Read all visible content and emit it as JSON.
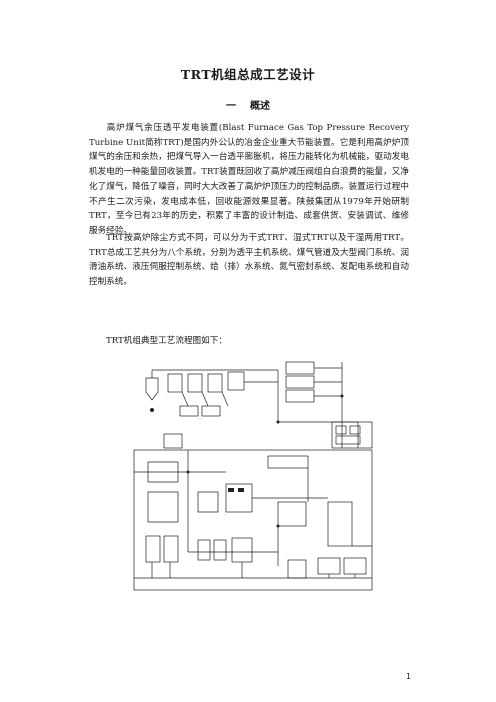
{
  "document": {
    "title": "TRT机组总成工艺设计",
    "section": {
      "number": "一",
      "title": "概述"
    },
    "paragraphs": [
      "高炉煤气余压透平发电装置(Blast Furnace Gas Top Pressure Recovery Turbine Unit简称TRT)是国内外公认的冶金企业重大节能装置。它是利用高炉炉顶煤气的余压和余热，把煤气导入一台透平膨胀机，将压力能转化为机械能，驱动发电机发电的一种能量回收装置。TRT装置既回收了高炉减压阀组白白浪费的能量，又净化了煤气，降低了噪音，同时大大改善了高炉炉顶压力的控制品质。装置运行过程中不产生二次污染，发电成本低，回收能源效果显著。陕鼓集团从1979年开始研制TRT，至今已有23年的历史，积累了丰富的设计制造、成套供货、安装调试、维修服务经验。",
      "TRT按高炉除尘方式不同，可以分为干式TRT、湿式TRT以及干湿两用TRT。TRT总成工艺共分为八个系统，分别为透平主机系统、煤气管道及大型阀门系统、润滑油系统、液压伺服控制系统、给（排）水系统、氮气密封系统、发配电系统和自动控制系统。",
      "TRT机组典型工艺流程图如下："
    ],
    "page_number": "1"
  }
}
